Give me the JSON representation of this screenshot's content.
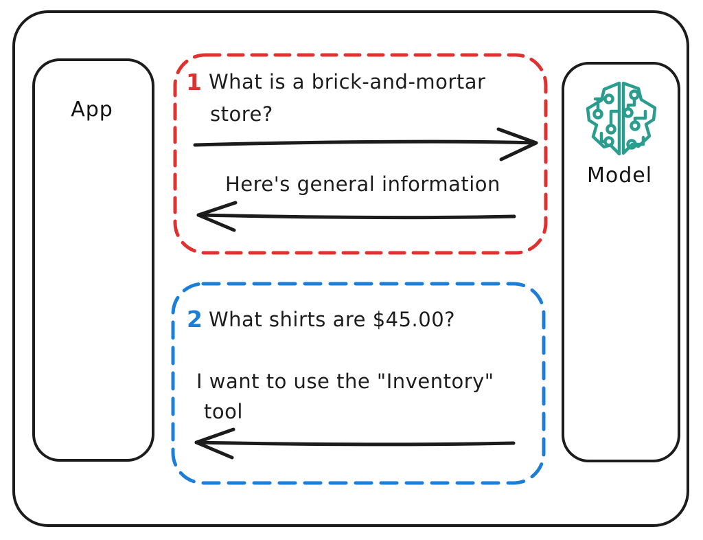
{
  "diagram": {
    "app_box": {
      "label": "App"
    },
    "model_box": {
      "label": "Model",
      "icon": "brain-circuit-icon"
    },
    "colors": {
      "ink": "#1c1c1c",
      "red": "#e03131",
      "blue": "#1c7ed6",
      "teal": "#2a9d8f",
      "background": "#ffffff"
    },
    "exchange_1": {
      "number": "1",
      "request_line1": "What is a brick-and-mortar",
      "request_line2": "store?",
      "request_arrow_direction": "app-to-model",
      "response_line1": "Here's general information",
      "response_arrow_direction": "model-to-app"
    },
    "exchange_2": {
      "number": "2",
      "request_line1": "What shirts are $45.00?",
      "response_line1": "I want to use the \"Inventory\"",
      "response_line2": "tool",
      "response_arrow_direction": "model-to-app"
    }
  }
}
